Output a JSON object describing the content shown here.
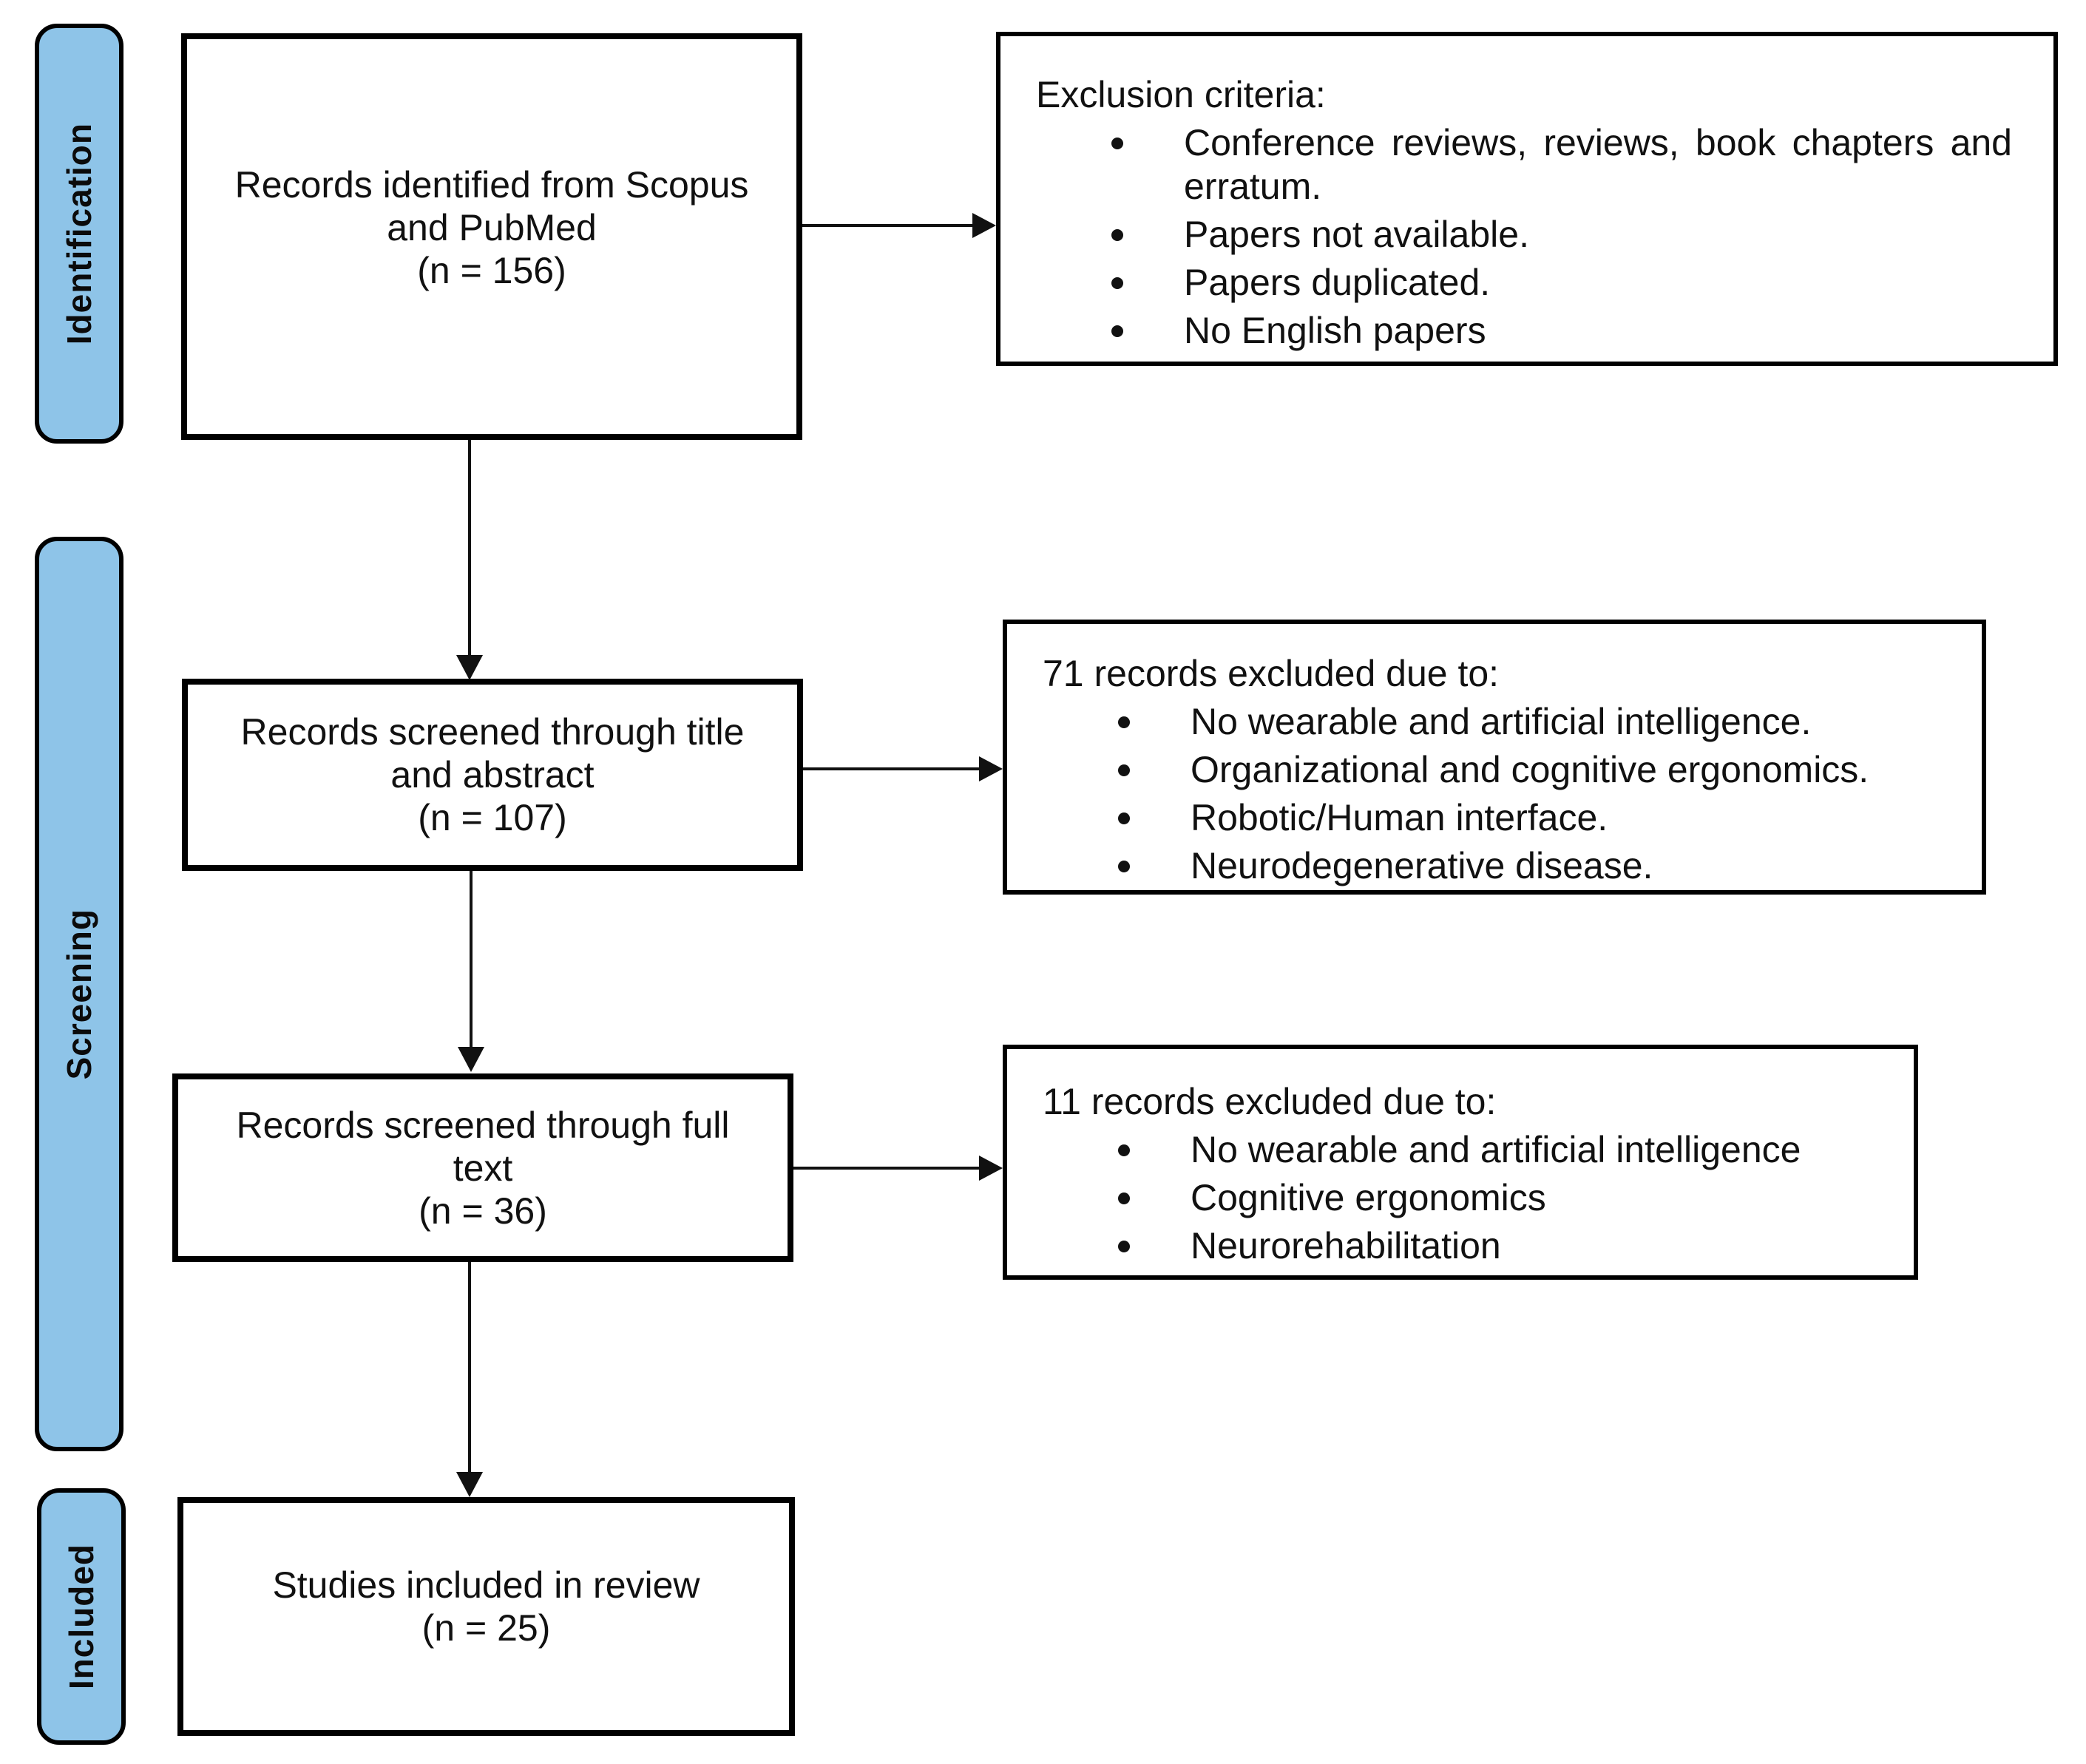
{
  "diagram": {
    "stages": [
      {
        "label": "Identification"
      },
      {
        "label": "Screening"
      },
      {
        "label": "Included"
      }
    ],
    "flow_boxes": [
      {
        "lines": [
          "Records identified from Scopus",
          "and PubMed",
          "(n = 156)"
        ]
      },
      {
        "lines": [
          "Records screened through title",
          "and abstract",
          "(n = 107)"
        ]
      },
      {
        "lines": [
          "Records screened through full",
          "text",
          "(n = 36)"
        ]
      },
      {
        "lines": [
          "Studies included in review",
          "(n = 25)"
        ]
      }
    ],
    "side_boxes": [
      {
        "header": "Exclusion criteria:",
        "bullets": [
          {
            "lines": [
              "Conference reviews, reviews, book chapters and",
              "erratum."
            ]
          },
          {
            "lines": [
              "Papers not available."
            ]
          },
          {
            "lines": [
              "Papers duplicated."
            ]
          },
          {
            "lines": [
              "No English papers"
            ]
          }
        ]
      },
      {
        "header": "71 records excluded due to:",
        "bullets": [
          {
            "lines": [
              "No wearable and artificial intelligence."
            ]
          },
          {
            "lines": [
              "Organizational and cognitive ergonomics."
            ]
          },
          {
            "lines": [
              "Robotic/Human interface."
            ]
          },
          {
            "lines": [
              "Neurodegenerative disease."
            ]
          }
        ]
      },
      {
        "header": "11 records excluded due to:",
        "bullets": [
          {
            "lines": [
              "No wearable and artificial intelligence"
            ]
          },
          {
            "lines": [
              "Cognitive ergonomics"
            ]
          },
          {
            "lines": [
              "Neurorehabilitation"
            ]
          }
        ]
      }
    ],
    "colors": {
      "stage_fill": "#8EC4E8",
      "stage_border": "#000000",
      "box_border": "#000000",
      "arrow": "#111111",
      "text": "#111111",
      "background": "#FFFFFF"
    }
  }
}
